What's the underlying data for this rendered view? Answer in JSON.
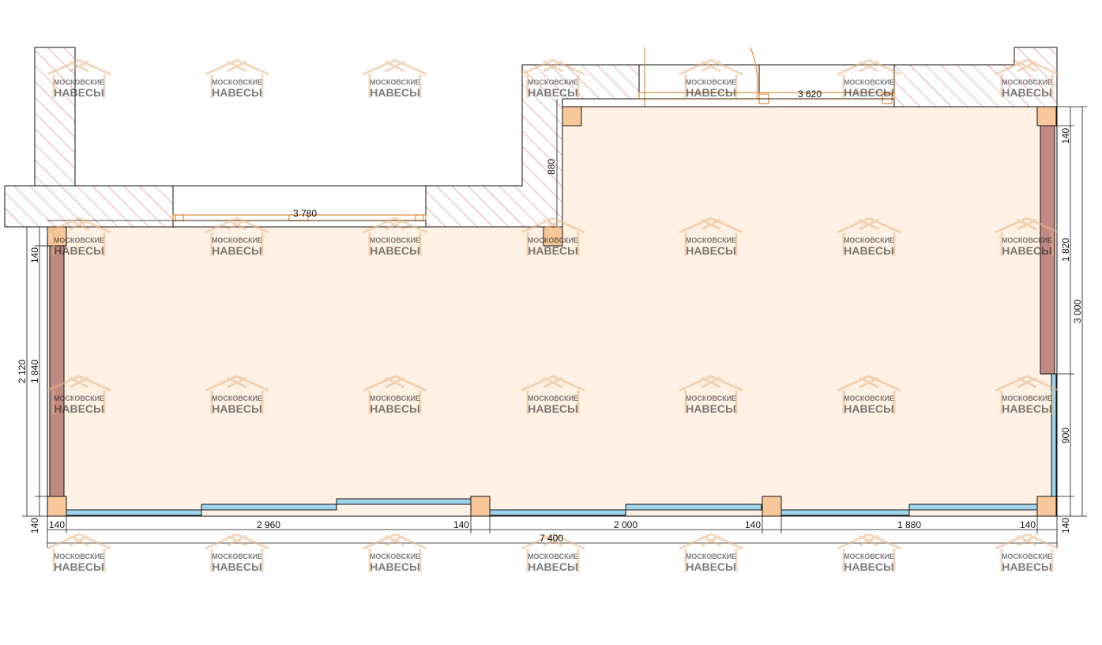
{
  "watermark": {
    "line1": "МОСКОВСКИЕ",
    "line2": "НАВЕСЫ",
    "color": "#e8b98a"
  },
  "colors": {
    "floor": "#fff1e4",
    "hatch": "#e06060",
    "post": "#f8c89a",
    "panel": "#c08a84",
    "glass": "#9fd3ea",
    "door_line": "#e08a3a",
    "line": "#111111"
  },
  "dimensions": {
    "bottom_segments": [
      "140",
      "2 960",
      "140",
      "2 000",
      "140",
      "1 880",
      "140"
    ],
    "bottom_total": "7 400",
    "left_outer": "2 120",
    "left_inner": "1 840",
    "left_top": "140",
    "left_bottom": "140",
    "right_top": "140",
    "right_mid": "1 820",
    "right_total": "3 000",
    "right_glass": "900",
    "right_bottom": "140",
    "upper_opening": "3 620",
    "lower_opening": "3 780",
    "step_height": "880"
  }
}
